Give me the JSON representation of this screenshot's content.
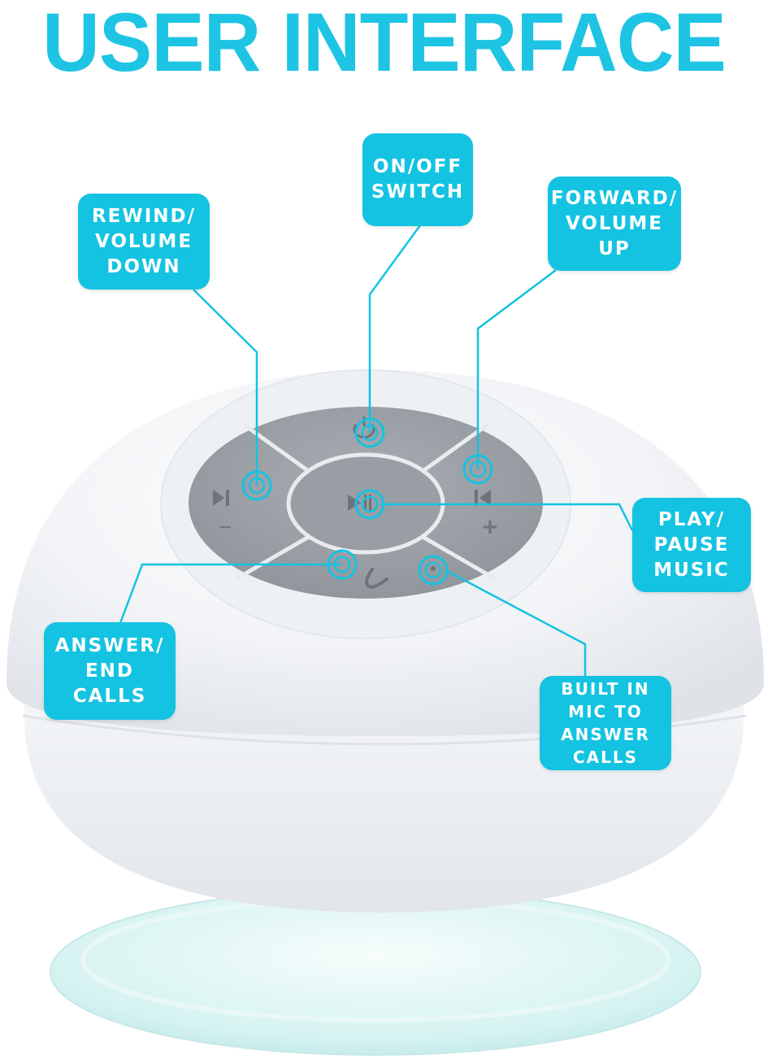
{
  "title": "USER INTERFACE",
  "colors": {
    "accent": "#14c3e1",
    "label_text": "#ffffff",
    "button_gray": "#9a9ea4",
    "speaker_body": "#f4f6f8",
    "suction_cup": "#cfeeee"
  },
  "callouts": {
    "on_off": "ON/OFF\nSWITCH",
    "rewind": "REWIND/\nVOLUME\nDOWN",
    "forward": "FORWARD/\nVOLUME\nUP",
    "play_pause": "PLAY/\nPAUSE\nMUSIC",
    "answer": "ANSWER/\nEND\nCALLS",
    "mic": "BUILT IN\nMIC TO\nANSWER\nCALLS"
  },
  "button_symbols": {
    "minus": "−",
    "plus": "+"
  },
  "icons": {
    "power": "power-icon",
    "rewind": "skip-back-icon",
    "forward": "skip-forward-icon",
    "play_pause": "play-pause-icon",
    "phone": "phone-icon",
    "mic": "mic-hole-icon"
  }
}
